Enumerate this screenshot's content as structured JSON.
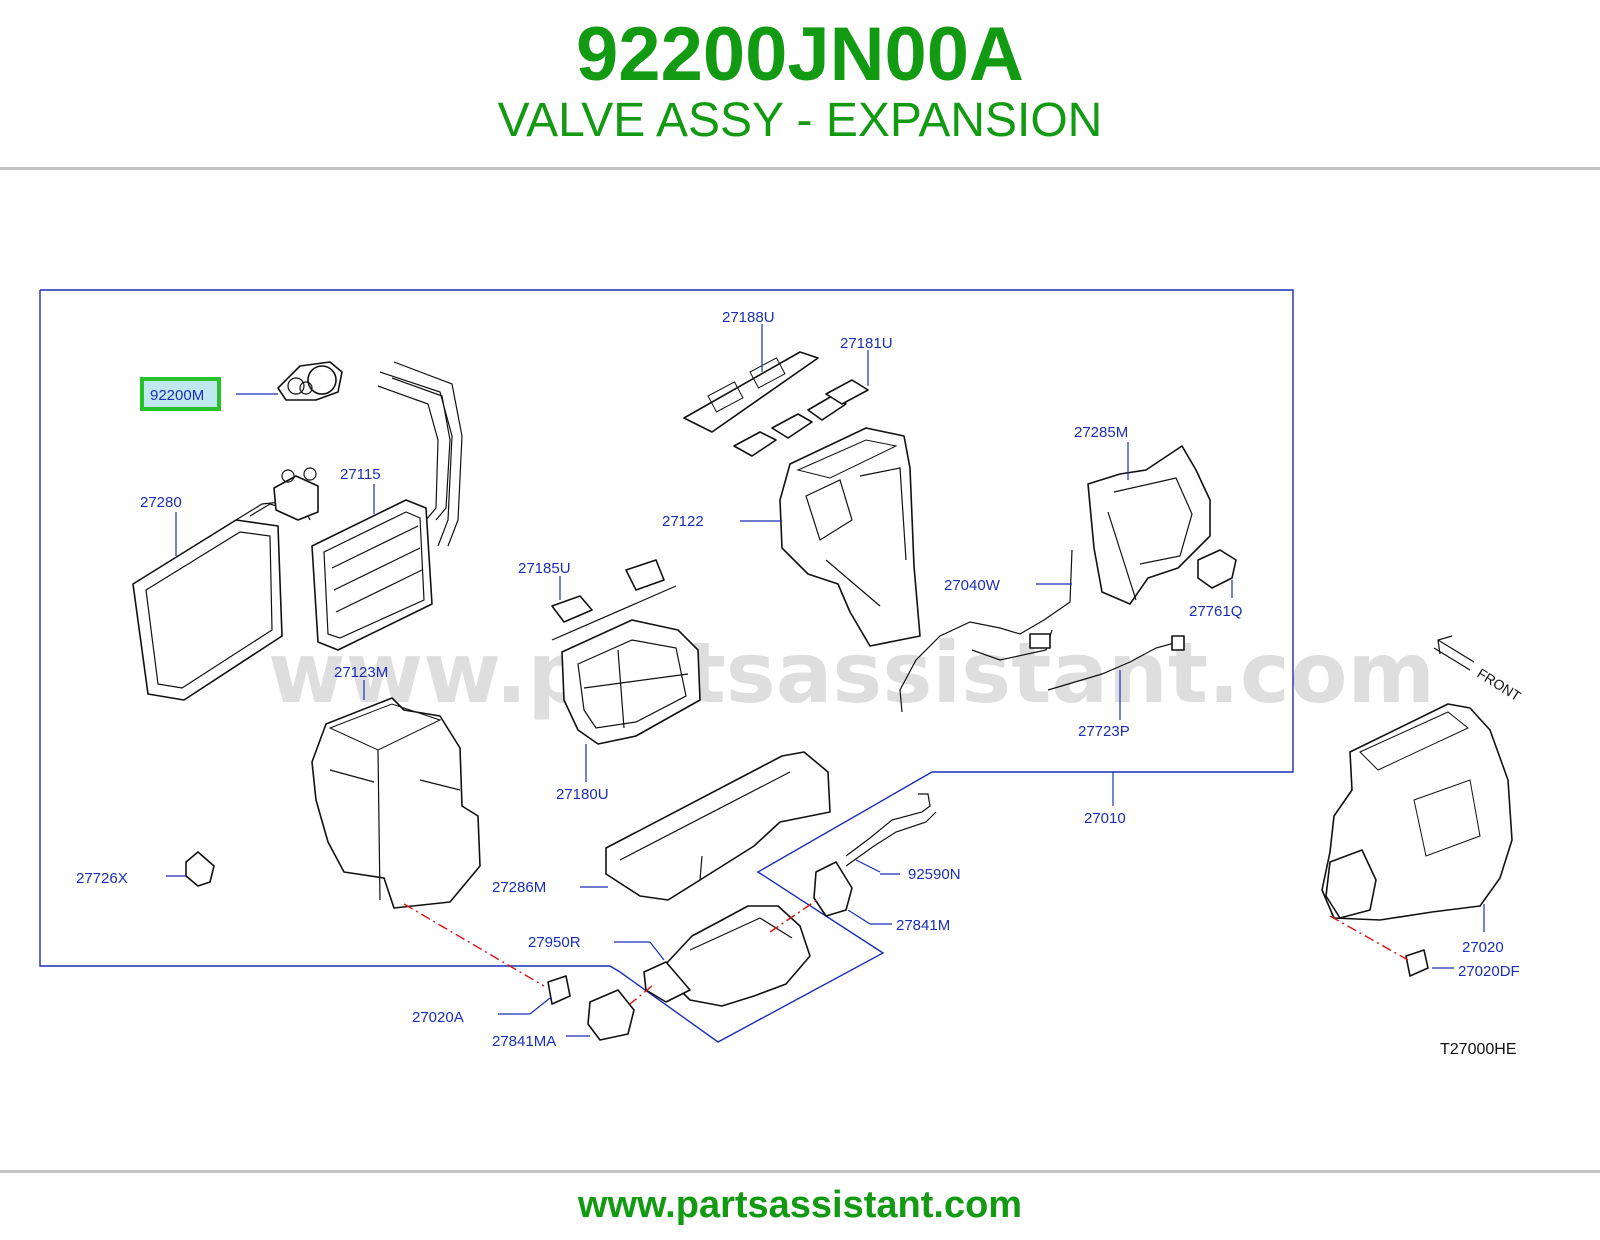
{
  "header": {
    "part_number": "92200JN00A",
    "part_description": "VALVE ASSY - EXPANSION"
  },
  "diagram": {
    "highlighted_callout": "92200M",
    "callouts": {
      "c27188U": "27188U",
      "c27181U": "27181U",
      "c92200M": "92200M",
      "c27115": "27115",
      "c27280": "27280",
      "c27122": "27122",
      "c27285M": "27285M",
      "c27185U": "27185U",
      "c27040W": "27040W",
      "c27761Q": "27761Q",
      "c27123M": "27123M",
      "c27723P": "27723P",
      "c27180U": "27180U",
      "c27010": "27010",
      "c27726X": "27726X",
      "c27286M": "27286M",
      "c92590N": "92590N",
      "c27841M": "27841M",
      "c27950R": "27950R",
      "c27020": "27020",
      "c27020DF": "27020DF",
      "c27020A": "27020A",
      "c27841MA": "27841MA"
    },
    "front_label": "FRONT",
    "diagram_code": "T27000HE",
    "watermark": "www.partsassistant.com"
  },
  "footer": {
    "url": "www.partsassistant.com"
  },
  "colors": {
    "brand_green": "#139a13",
    "callout_blue": "#1a2fb5",
    "highlight_green": "#27c12b",
    "highlight_fill": "#bfe9ef",
    "centerline_red": "#d11111"
  }
}
